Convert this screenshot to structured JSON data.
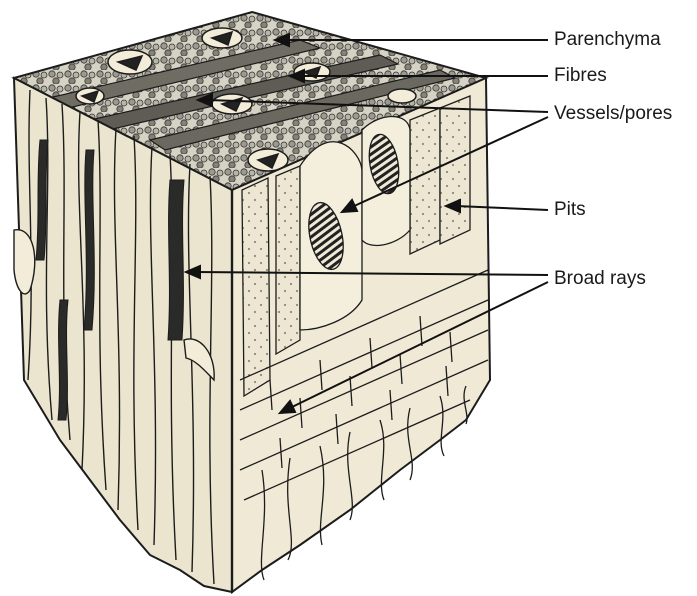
{
  "labels": {
    "parenchyma": "Parenchyma",
    "fibres": "Fibres",
    "vessels": "Vessels/pores",
    "pits": "Pits",
    "rays": "Broad rays"
  },
  "colors": {
    "cream": "#efe9d6",
    "cream_dark": "#ddd5bb",
    "ink": "#1c1c1c",
    "cell_gray": "#8a8a82"
  }
}
